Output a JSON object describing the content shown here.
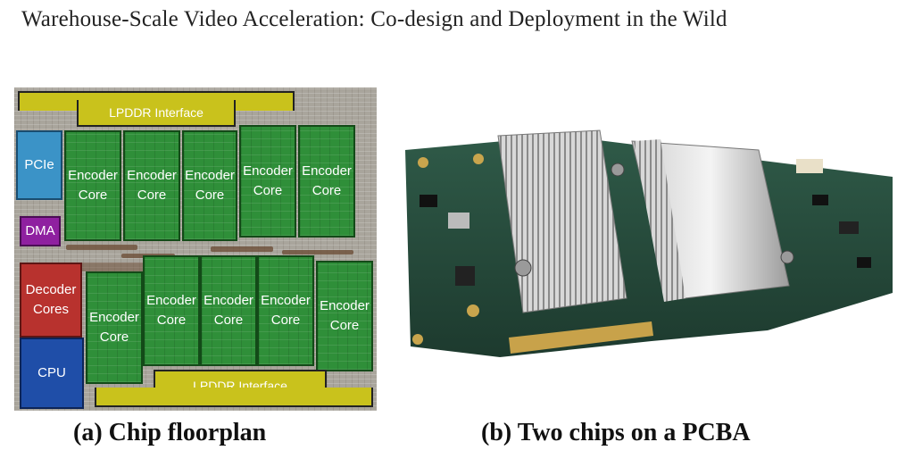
{
  "header": {
    "title": "Warehouse-Scale Video Acceleration: Co-design and Deployment in the Wild"
  },
  "figure": {
    "floorplan": {
      "lpddr_top": "LPDDR Interface",
      "lpddr_bottom": "LPDDR Interface",
      "pcie": "PCIe",
      "dma": "DMA",
      "decoder": [
        "Decoder",
        "Cores"
      ],
      "cpu": "CPU",
      "encoder": [
        "Encoder",
        "Core"
      ]
    },
    "caption_a": "(a) Chip floorplan",
    "caption_b": "(b) Two chips on a PCBA"
  },
  "colors": {
    "encoder": "#2f8f39",
    "lpddr": "#c9c21c",
    "pcie": "#3b93c7",
    "dma": "#8f20a0",
    "decoder": "#b8322e",
    "cpu": "#1f4ea8"
  }
}
